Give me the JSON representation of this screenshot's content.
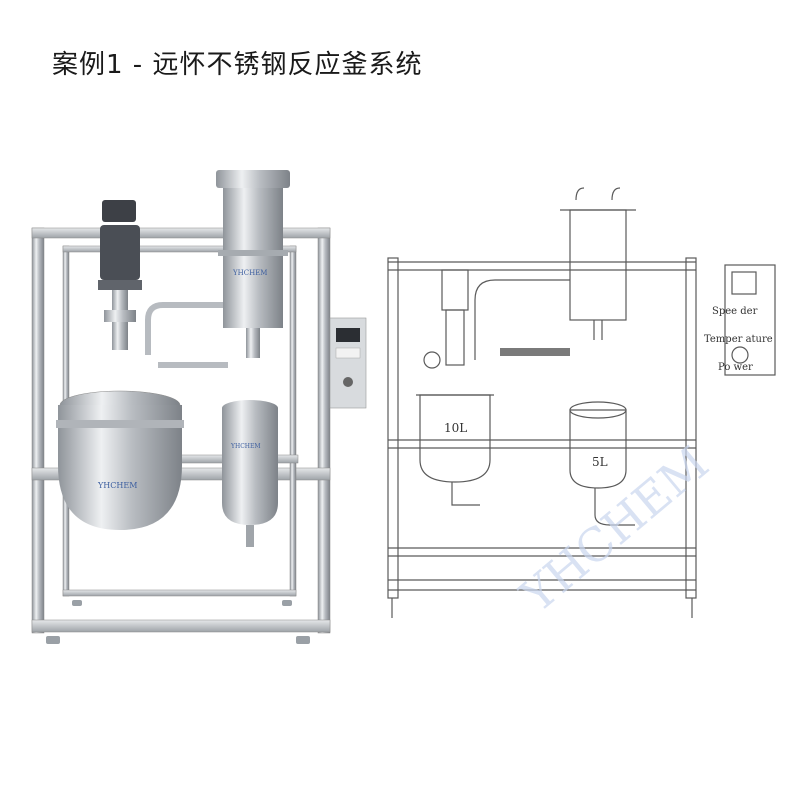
{
  "title": "案例1 - 远怀不锈钢反应釜系统",
  "photo": {
    "brand": "YHCHEM"
  },
  "drawing": {
    "vessel_large": "10L",
    "vessel_small": "5L",
    "panel_labels": [
      "Spee  der",
      "Temper ature",
      "Po wer"
    ],
    "watermark": "YHCHEM"
  },
  "colors": {
    "steel": "#c9ccd0",
    "steel_dark": "#8e9399",
    "line": "#5a5a5a",
    "motor": "#3d4046"
  }
}
